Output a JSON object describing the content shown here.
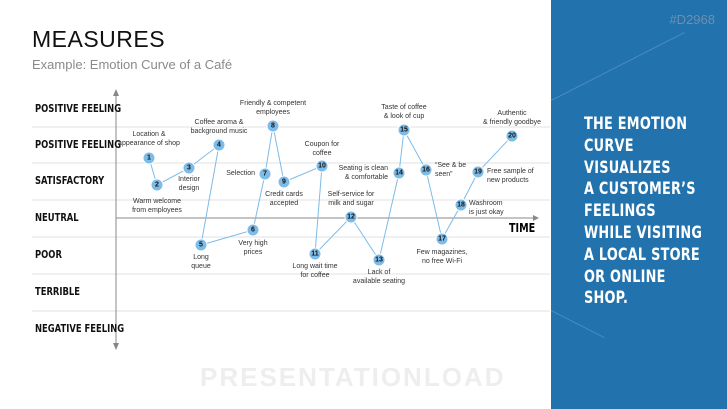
{
  "header": {
    "title": "MEASURES",
    "subtitle": "Example: Emotion Curve of a Café"
  },
  "panel": {
    "code": "#D2968",
    "text": "THE EMOTION\nCURVE\nVISUALIZES\nA CUSTOMER’S\nFEELINGS\nWHILE VISITING\nA LOCAL STORE\nOR ONLINE\nSHOP."
  },
  "axis": {
    "rows": [
      "POSITIVE FEELING",
      "POSITIVE FEELING",
      "SATISFACTORY",
      "NEUTRAL",
      "POOR",
      "TERRIBLE",
      "NEGATIVE FEELING"
    ],
    "x_label": "TIME"
  },
  "watermark": "PRESENTATIONLOAD",
  "colors": {
    "panel": "#2272ad",
    "node": "#7dbbe8",
    "line": "#7dbbe8"
  },
  "points": [
    {
      "n": "1",
      "label": "Location &\nappearance of shop"
    },
    {
      "n": "2",
      "label": "Warm welcome\nfrom employees"
    },
    {
      "n": "3",
      "label": "Interior\ndesign"
    },
    {
      "n": "4",
      "label": "Coffee aroma &\nbackground music"
    },
    {
      "n": "5",
      "label": "Long\nqueue"
    },
    {
      "n": "6",
      "label": "Very high\nprices"
    },
    {
      "n": "7",
      "label": "Selection"
    },
    {
      "n": "8",
      "label": "Friendly & competent\nemployees"
    },
    {
      "n": "9",
      "label": "Credit cards\naccepted"
    },
    {
      "n": "10",
      "label": "Coupon for\ncoffee"
    },
    {
      "n": "11",
      "label": "Long wait time\nfor coffee"
    },
    {
      "n": "12",
      "label": "Self-service for\nmilk and sugar"
    },
    {
      "n": "13",
      "label": "Lack of\navailable seating"
    },
    {
      "n": "14",
      "label": "Seating is clean\n& comfortable"
    },
    {
      "n": "15",
      "label": "Taste of coffee\n& look of cup"
    },
    {
      "n": "16",
      "label": "“See & be\nseen”"
    },
    {
      "n": "17",
      "label": "Few magazines,\nno free Wi-Fi"
    },
    {
      "n": "18",
      "label": "Washroom\nis just okay"
    },
    {
      "n": "19",
      "label": "Free sample of\nnew products"
    },
    {
      "n": "20",
      "label": "Authentic\n& friendly goodbye"
    }
  ]
}
